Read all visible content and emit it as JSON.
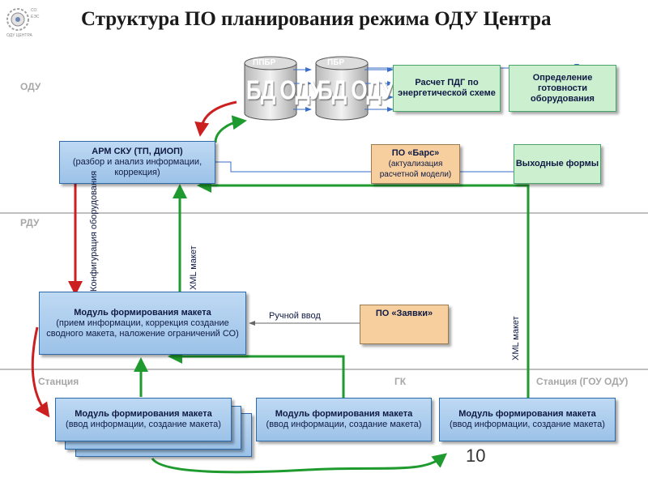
{
  "title": "Структура ПО планирования режима ОДУ Центра",
  "logo": {
    "line1": "СО",
    "line2": "ЕЭС",
    "line3": "ОДУ ЦЕНТРА"
  },
  "zones": {
    "odu": "ОДУ",
    "rdu": "РДУ",
    "station": "Станция",
    "gk": "ГК",
    "station_gou": "Станция (ГОУ ОДУ)"
  },
  "db": {
    "ppbr_label": "ППБР",
    "pbr_label": "ПБР",
    "db1": "БД ОДУ",
    "db2": "БД ОДУ"
  },
  "boxes": {
    "pdg": "Расчет ПДГ по энергетической схеме",
    "readiness": "Определение готовности оборудования",
    "arm_title": "АРМ СКУ (ТП, ДИОП)",
    "arm_sub": "(разбор и анализ информации, коррекция)",
    "bars_title": "ПО «Барс»",
    "bars_sub": "(актуализация расчетной модели)",
    "output": "Выходные формы",
    "module_main_title": "Модуль формирования макета",
    "module_main_sub": "(прием информации, коррекция создание сводного макета, наложение ограничений СО)",
    "zayavki": "ПО «Заявки»",
    "station_title": "Модуль формирования макета",
    "station_sub": "(ввод информации, создание макета)",
    "gk_title": "Модуль формирования макета",
    "gk_sub": "(ввод информации, создание макета)",
    "gou_title": "Модуль формирования макета",
    "gou_sub": "(ввод информации, создание макета)"
  },
  "labels": {
    "config": "Конфигурация оборудования",
    "xml1": "XML макет",
    "manual": "Ручной ввод",
    "xml2": "XML макет"
  },
  "page_number": "10",
  "colors": {
    "green_arrow": "#1e9a2e",
    "red_arrow": "#cc1f1f",
    "blue_line": "#3a6ec8",
    "box_blue": "#9cc2e8",
    "box_green": "#ccefd0",
    "box_orange": "#f7cf9f"
  }
}
